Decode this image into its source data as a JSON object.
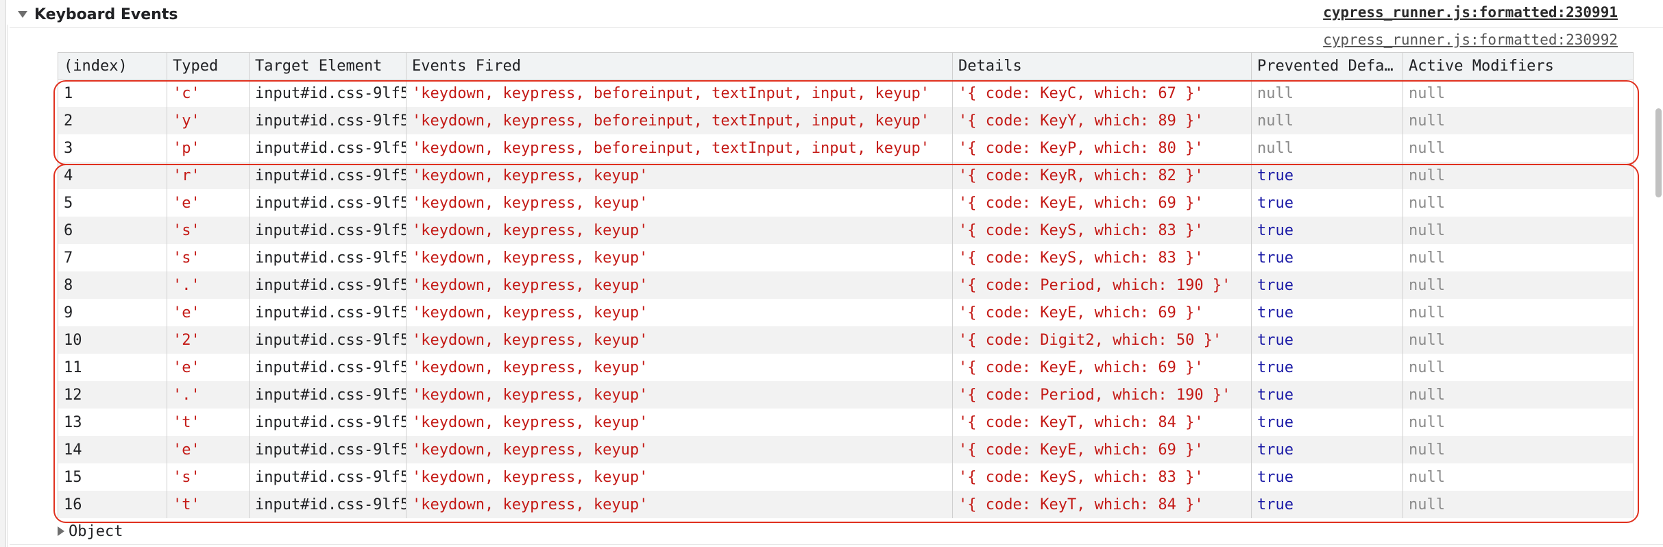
{
  "group": {
    "title": "Keyboard Events"
  },
  "links": {
    "link1": "cypress_runner.js:formatted:230991",
    "link2": "cypress_runner.js:formatted:230992"
  },
  "table": {
    "headers": [
      "(index)",
      "Typed",
      "Target Element",
      "Events Fired",
      "Details",
      "Prevented Defa…",
      "Active Modifiers"
    ],
    "rows": [
      [
        "1",
        "'c'",
        "input#id.css-9lf5",
        "'keydown, keypress, beforeinput, textInput, input, keyup'",
        "'{ code: KeyC, which: 67 }'",
        "null",
        "null"
      ],
      [
        "2",
        "'y'",
        "input#id.css-9lf5",
        "'keydown, keypress, beforeinput, textInput, input, keyup'",
        "'{ code: KeyY, which: 89 }'",
        "null",
        "null"
      ],
      [
        "3",
        "'p'",
        "input#id.css-9lf5",
        "'keydown, keypress, beforeinput, textInput, input, keyup'",
        "'{ code: KeyP, which: 80 }'",
        "null",
        "null"
      ],
      [
        "4",
        "'r'",
        "input#id.css-9lf5",
        "'keydown, keypress, keyup'",
        "'{ code: KeyR, which: 82 }'",
        "true",
        "null"
      ],
      [
        "5",
        "'e'",
        "input#id.css-9lf5",
        "'keydown, keypress, keyup'",
        "'{ code: KeyE, which: 69 }'",
        "true",
        "null"
      ],
      [
        "6",
        "'s'",
        "input#id.css-9lf5",
        "'keydown, keypress, keyup'",
        "'{ code: KeyS, which: 83 }'",
        "true",
        "null"
      ],
      [
        "7",
        "'s'",
        "input#id.css-9lf5",
        "'keydown, keypress, keyup'",
        "'{ code: KeyS, which: 83 }'",
        "true",
        "null"
      ],
      [
        "8",
        "'.'",
        "input#id.css-9lf5",
        "'keydown, keypress, keyup'",
        "'{ code: Period, which: 190 }'",
        "true",
        "null"
      ],
      [
        "9",
        "'e'",
        "input#id.css-9lf5",
        "'keydown, keypress, keyup'",
        "'{ code: KeyE, which: 69 }'",
        "true",
        "null"
      ],
      [
        "10",
        "'2'",
        "input#id.css-9lf5",
        "'keydown, keypress, keyup'",
        "'{ code: Digit2, which: 50 }'",
        "true",
        "null"
      ],
      [
        "11",
        "'e'",
        "input#id.css-9lf5",
        "'keydown, keypress, keyup'",
        "'{ code: KeyE, which: 69 }'",
        "true",
        "null"
      ],
      [
        "12",
        "'.'",
        "input#id.css-9lf5",
        "'keydown, keypress, keyup'",
        "'{ code: Period, which: 190 }'",
        "true",
        "null"
      ],
      [
        "13",
        "'t'",
        "input#id.css-9lf5",
        "'keydown, keypress, keyup'",
        "'{ code: KeyT, which: 84 }'",
        "true",
        "null"
      ],
      [
        "14",
        "'e'",
        "input#id.css-9lf5",
        "'keydown, keypress, keyup'",
        "'{ code: KeyE, which: 69 }'",
        "true",
        "null"
      ],
      [
        "15",
        "'s'",
        "input#id.css-9lf5",
        "'keydown, keypress, keyup'",
        "'{ code: KeyS, which: 83 }'",
        "true",
        "null"
      ],
      [
        "16",
        "'t'",
        "input#id.css-9lf5",
        "'keydown, keypress, keyup'",
        "'{ code: KeyT, which: 84 }'",
        "true",
        "null"
      ]
    ]
  },
  "object_label": "Object",
  "icons": {
    "group_toggle": "triangle-down-icon",
    "object_toggle": "triangle-right-icon"
  },
  "colors": {
    "string": "#c41a16",
    "null": "#8a8a8a",
    "true": "#1a1aa6",
    "highlight": "#e0301e"
  }
}
